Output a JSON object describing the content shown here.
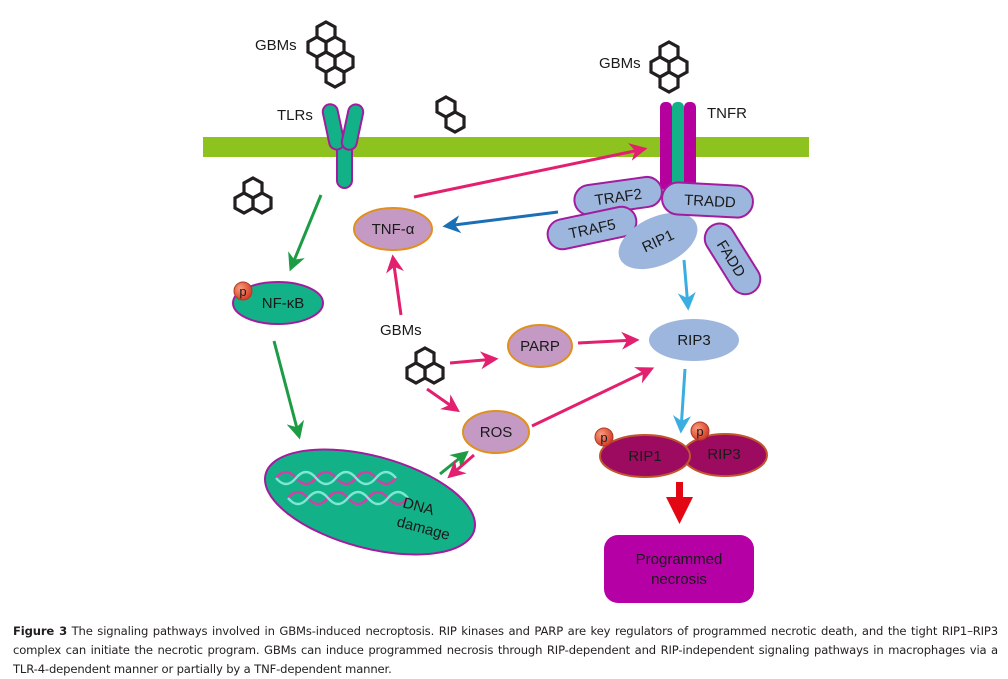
{
  "figure": {
    "colors": {
      "membrane": "#8dc21f",
      "receptor_fill": "#13b188",
      "receptor_stroke": "#a21c9e",
      "tnfr_magenta": "#b5009d",
      "adaptor_fill": "#9db6de",
      "adaptor_stroke": "#a21c9e",
      "mediator_fill": "#c49ac4",
      "mediator_stroke": "#e0901e",
      "nfkb_fill": "#13b188",
      "complex_fill": "#9c0b5f",
      "complex_stroke": "#c1562c",
      "phospho_fill": "#e8513a",
      "necrosis_fill": "#b500a6",
      "arrow_pink": "#e3206f",
      "arrow_green": "#1d9c45",
      "arrow_blue_dark": "#1a6fb5",
      "arrow_blue_light": "#3aaee0",
      "arrow_red": "#e30613"
    },
    "labels": {
      "gbms_top_left": "GBMs",
      "gbms_top_right": "GBMs",
      "gbms_center": "GBMs",
      "tlrs": "TLRs",
      "tnfr": "TNFR",
      "traf2": "TRAF2",
      "traf5": "TRAF5",
      "tradd": "TRADD",
      "rip1_adaptor": "RIP1",
      "fadd": "FADD",
      "tnf_alpha": "TNF-α",
      "nf_kb": "NF-κB",
      "parp": "PARP",
      "rip3": "RIP3",
      "ros": "ROS",
      "dna_line1": "DNA",
      "dna_line2": "damage",
      "complex_rip1": "RIP1",
      "complex_rip3": "RIP3",
      "phospho": "p",
      "necrosis_line1": "Programmed",
      "necrosis_line2": "necrosis"
    }
  },
  "caption": {
    "label": "Figure 3",
    "text": " The signaling pathways involved in GBMs-induced necroptosis. RIP kinases and PARP are key regulators of programmed necrotic death, and the tight RIP1–RIP3 complex can initiate the necrotic program. GBMs can induce programmed necrosis through RIP-dependent and RIP-independent signaling pathways in macrophages via a TLR-4-dependent manner or partially by a TNF-dependent manner."
  }
}
